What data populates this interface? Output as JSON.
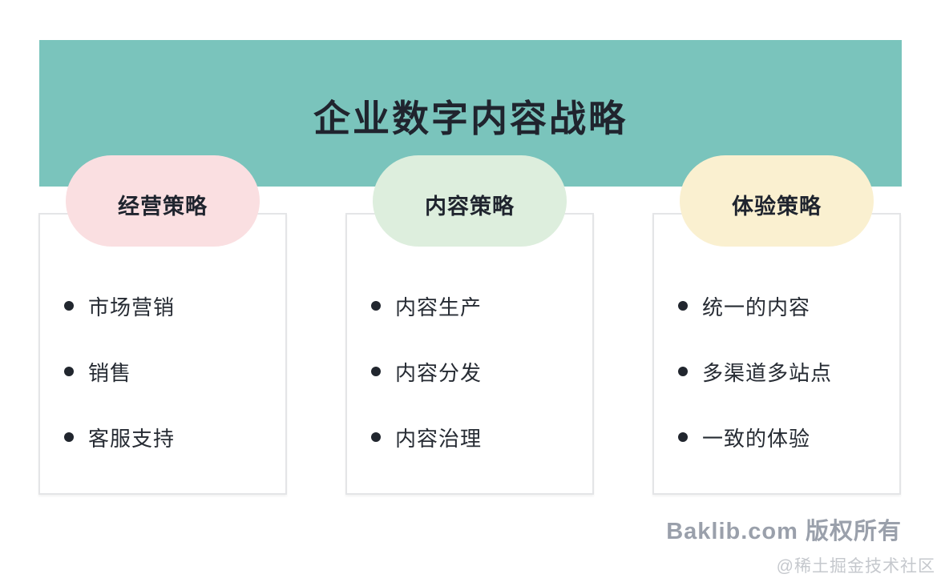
{
  "header": {
    "title": "企业数字内容战略",
    "background_color": "#7ac4bc",
    "text_color": "#20242e"
  },
  "pillars": [
    {
      "label": "经营策略",
      "color": "#fadfe1",
      "items": [
        "市场营销",
        "销售",
        "客服支持"
      ]
    },
    {
      "label": "内容策略",
      "color": "#ddeedd",
      "items": [
        "内容生产",
        "内容分发",
        "内容治理"
      ]
    },
    {
      "label": "体验策略",
      "color": "#faf0d0",
      "items": [
        "统一的内容",
        "多渠道多站点",
        "一致的体验"
      ]
    }
  ],
  "footer": {
    "copyright": "Baklib.com 版权所有",
    "watermark": "@稀土掘金技术社区"
  }
}
